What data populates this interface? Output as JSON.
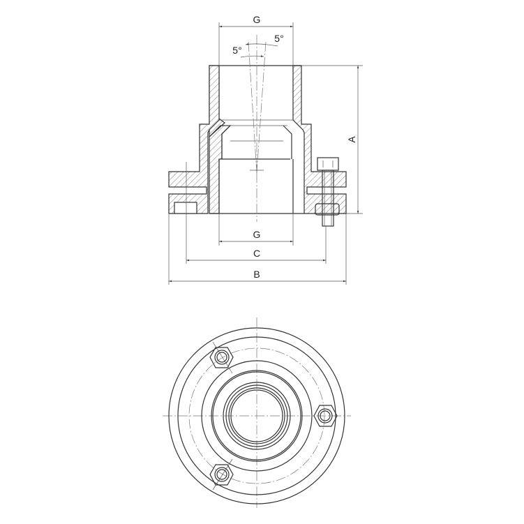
{
  "dimensions": {
    "g_top": "G",
    "g_bottom": "G",
    "c": "C",
    "b": "B",
    "a": "A",
    "angle_left": "5°",
    "angle_right": "5°"
  }
}
